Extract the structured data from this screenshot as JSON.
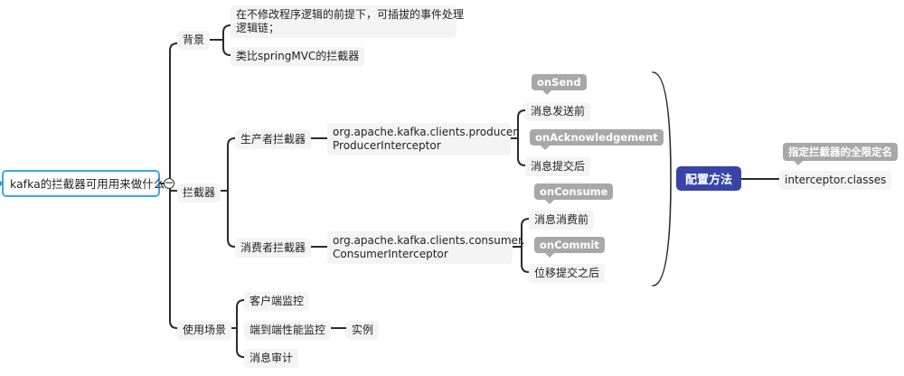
{
  "root": {
    "label": "kafka的拦截器可用用来做什么?"
  },
  "collapse_symbol": "−",
  "branches": {
    "background": {
      "label": "背景",
      "children": [
        "在不修改程序逻辑的前提下，可插拔的事件处理",
        "逻辑链；",
        "类比springMVC的拦截器"
      ]
    },
    "interceptor": {
      "label": "拦截器",
      "producer": {
        "label": "生产者拦截器",
        "class_line1": "org.apache.kafka.clients.producer.",
        "class_line2": "ProducerInterceptor",
        "before_send": "消息发送前",
        "after_commit": "消息提交后",
        "tag_send": "onSend",
        "tag_ack": "onAcknowledgement"
      },
      "consumer": {
        "label": "消费者拦截器",
        "class_line1": "org.apache.kafka.clients.consumer.",
        "class_line2": "ConsumerInterceptor",
        "before_consume": "消息消费前",
        "after_offset": "位移提交之后",
        "tag_consume": "onConsume",
        "tag_commit": "onCommit"
      }
    },
    "usage": {
      "label": "使用场景",
      "children": [
        "客户端监控",
        "端到端性能监控",
        "消息审计"
      ],
      "example": "实例"
    }
  },
  "config": {
    "label": "配置方法",
    "value": "interceptor.classes",
    "tag": "指定拦截器的全限定名"
  },
  "colors": {
    "root_border": "#3aa6e6",
    "config_bg": "#3745a8",
    "tag_bg": "#a8a8a8",
    "line": "#2b2b2b"
  }
}
